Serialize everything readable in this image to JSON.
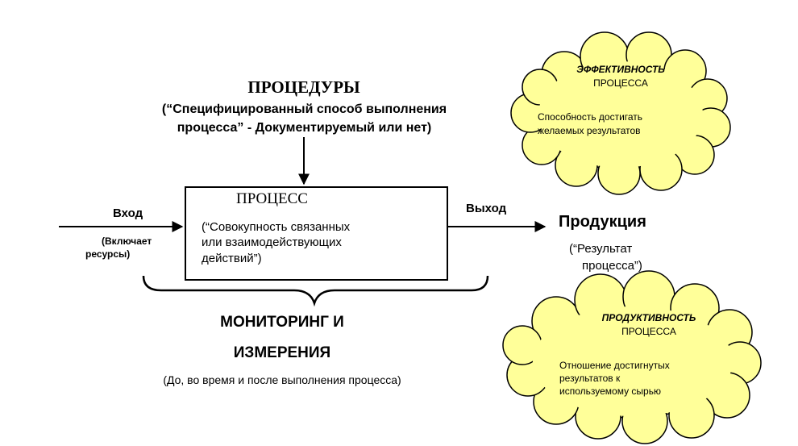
{
  "procedures": {
    "title": "ПРОЦЕДУРЫ",
    "line1": "(“Специфицированный способ выполнения",
    "line2": "процесса” - Документируемый или нет)"
  },
  "process": {
    "title": "ПРОЦЕСС",
    "line1": "(“Совокупность связанных",
    "line2": "или взаимодействующих",
    "line3": "действий”)"
  },
  "input": {
    "label": "Вход",
    "note1": "(Включает",
    "note2": "ресурсы)"
  },
  "output": {
    "label": "Выход",
    "product": "Продукция",
    "product_note1": "(“Результат",
    "product_note2": "процесса”)"
  },
  "monitoring": {
    "line1": "МОНИТОРИНГ И",
    "line2": "ИЗМЕРЕНИЯ",
    "note": "(До, во время и после выполнения процесса)"
  },
  "efficiency_cloud": {
    "title": "ЭФФЕКТИВНОСТЬ",
    "subtitle": "ПРОЦЕССА",
    "line1": "Способность достигать",
    "line2": "желаемых результатов"
  },
  "productivity_cloud": {
    "title": "ПРОДУКТИВНОСТЬ",
    "subtitle": "ПРОЦЕССА",
    "line1": "Отношение достигнутых",
    "line2": "результатов к",
    "line3": "используемому сырью"
  },
  "colors": {
    "cloud_fill": "#ffff99",
    "stroke": "#000000"
  }
}
